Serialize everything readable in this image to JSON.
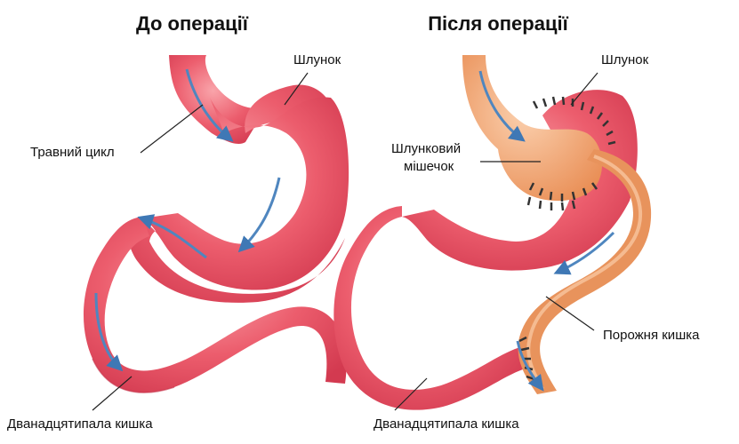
{
  "before": {
    "title": "До операції",
    "labels": {
      "stomach": "Шлунок",
      "digestive_cycle": "Травний цикл",
      "duodenum": "Дванадцятипала кишка"
    }
  },
  "after": {
    "title": "Після операції",
    "labels": {
      "stomach": "Шлунок",
      "pouch_line1": "Шлунковий",
      "pouch_line2": "мішечок",
      "jejunum": "Порожня кишка",
      "duodenum": "Дванадцятипала кишка"
    }
  },
  "colors": {
    "organ": "#e8475b",
    "organ_highlight": "#f58a93",
    "organ_dark": "#c42f45",
    "bypass": "#eb9a66",
    "bypass_highlight": "#f8c69f",
    "staple": "#333333",
    "flow_arrow": "#4f86bf"
  }
}
